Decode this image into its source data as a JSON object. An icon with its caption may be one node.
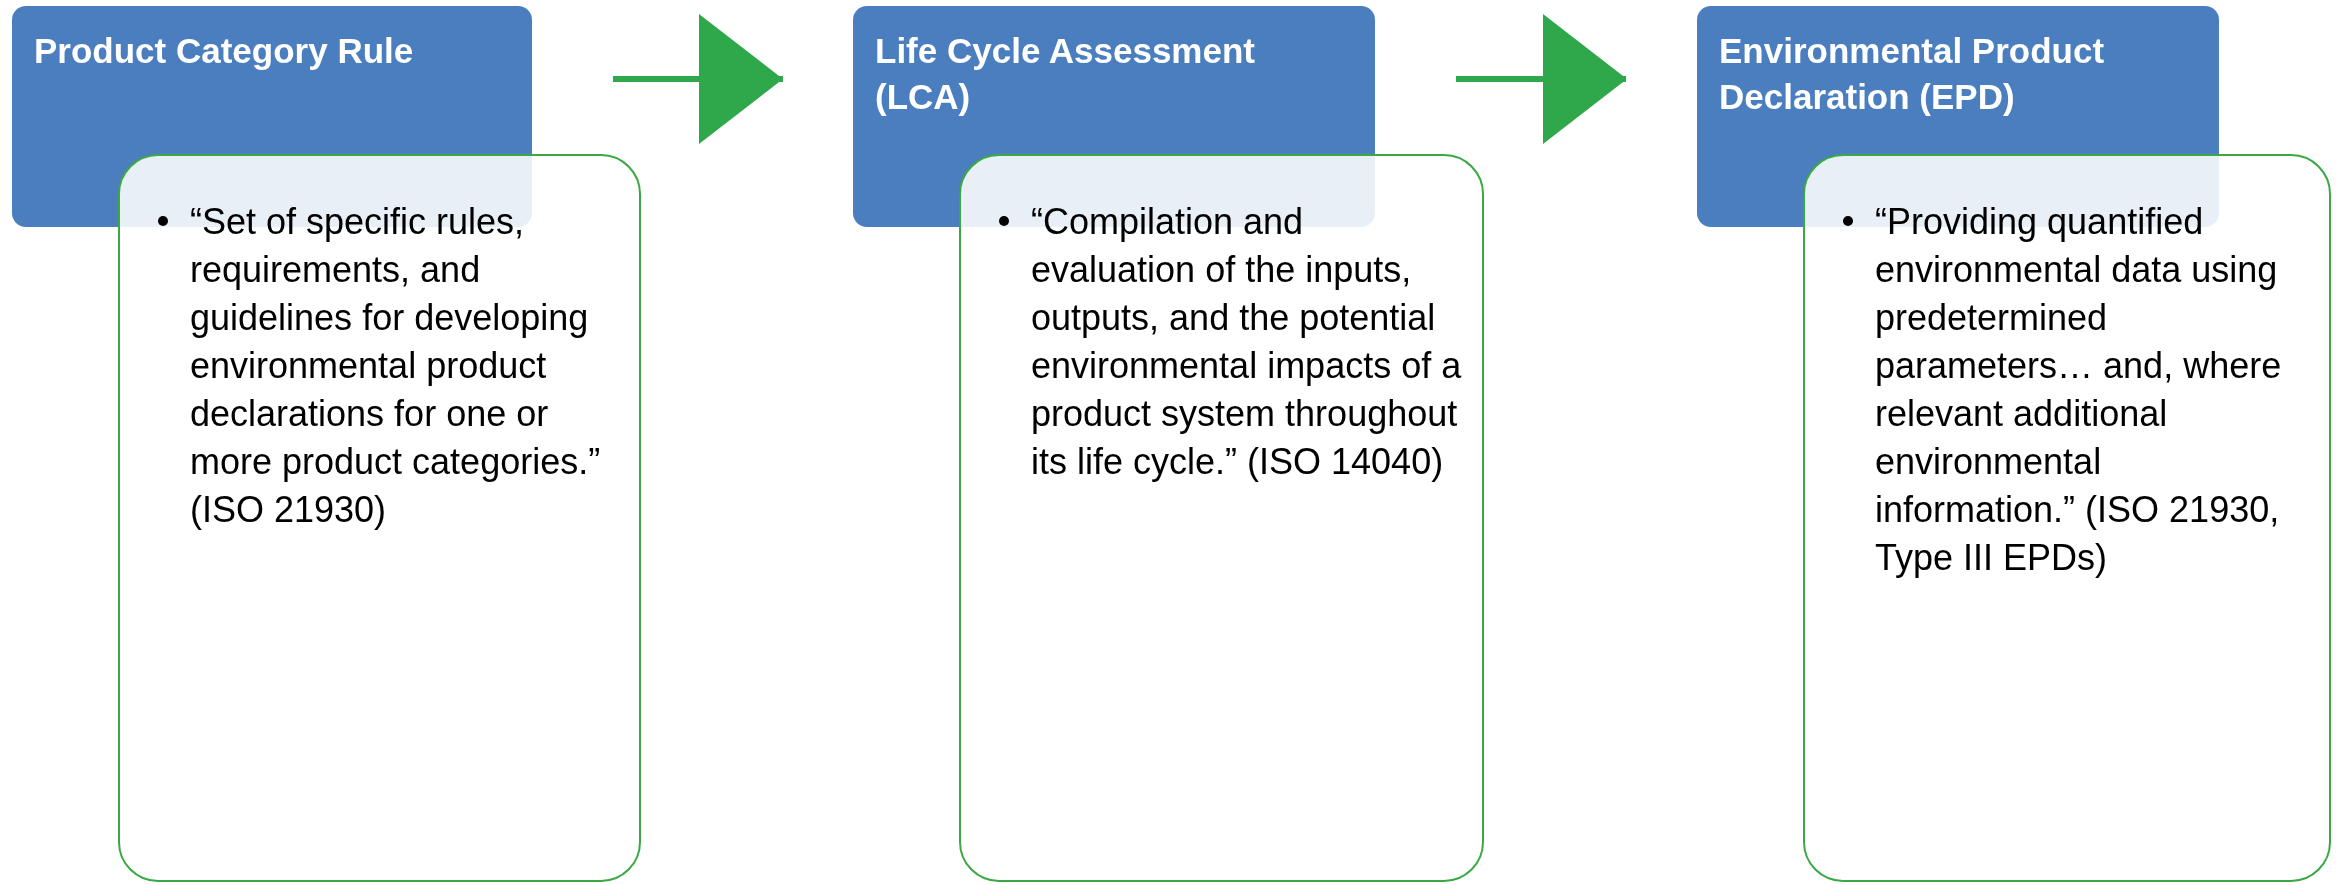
{
  "diagram": {
    "nodes": [
      {
        "text": [
          "Product Category Rule"
        ]
      },
      {
        "text": [
          "“Set of specific rules, requirements, and guidelines for developing environmental product declarations for one or more product categories.” (ISO 21930)"
        ]
      },
      {
        "text": [
          "Life Cycle Assessment (LCA)"
        ]
      },
      {
        "text": [
          "“Compilation and evaluation of the inputs, outputs, and the potential environmental impacts of a product system throughout its life cycle.” (ISO 14040)"
        ]
      },
      {
        "text": [
          "Environmental Product Declaration (EPD)"
        ]
      },
      {
        "text": [
          "“Providing quantified environmental data using predetermined parameters… and, where relevant additional environmental information.” (ISO 21930, Type III EPDs)"
        ]
      }
    ],
    "edges": [
      {
        "from": 0,
        "to": 2,
        "arrow": "to"
      },
      {
        "from": 2,
        "to": 4,
        "arrow": "to"
      }
    ]
  }
}
